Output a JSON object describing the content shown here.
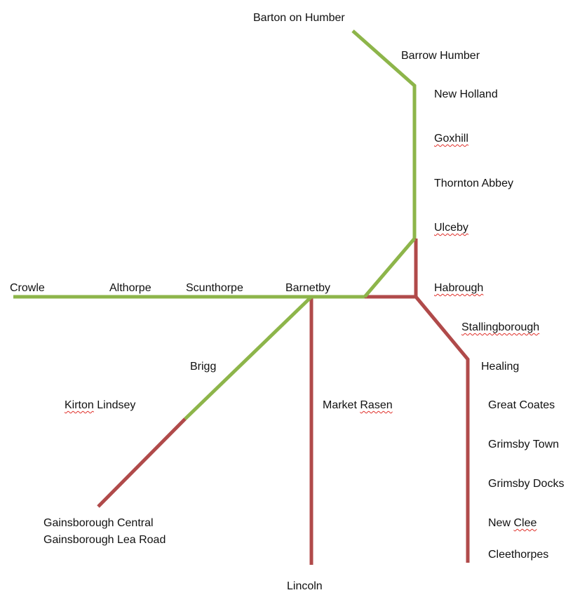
{
  "colors": {
    "green": "#8db54a",
    "red": "#b04a4a",
    "text": "#111111"
  },
  "stations": {
    "barton_on_humber": "Barton on Humber",
    "barrow_humber": "Barrow Humber",
    "new_holland": "New Holland",
    "goxhill": "Goxhill",
    "thornton_abbey": "Thornton Abbey",
    "ulceby": "Ulceby",
    "crowle": "Crowle",
    "althorpe": "Althorpe",
    "scunthorpe": "Scunthorpe",
    "barnetby": "Barnetby",
    "habrough": "Habrough",
    "stallingborough": "Stallingborough",
    "healing": "Healing",
    "brigg": "Brigg",
    "kirton": "Kirton",
    "lindsey": "Lindsey",
    "market": "Market",
    "rasen": "Rasen",
    "great_coates": "Great Coates",
    "grimsby_town": "Grimsby Town",
    "grimsby_docks": "Grimsby Docks",
    "new": "New",
    "clee": "Clee",
    "cleethorpes": "Cleethorpes",
    "gainsborough_central": "Gainsborough Central",
    "gainsborough_lea_road": "Gainsborough Lea Road",
    "lincoln": "Lincoln"
  }
}
